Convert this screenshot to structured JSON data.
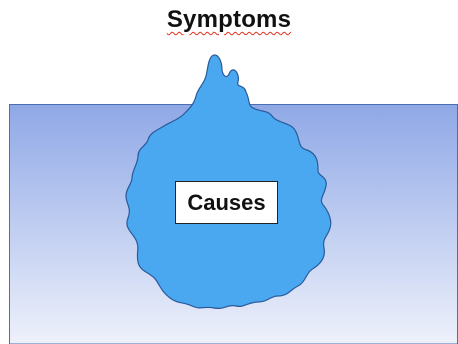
{
  "diagram": {
    "above_label": "Symptoms",
    "below_label": "Causes"
  },
  "colors": {
    "water_top": "#8fa8e6",
    "water_bottom": "#eef1fb",
    "water_border": "#4a6fb3",
    "iceberg_fill": "#4aa8f0",
    "iceberg_outline": "#2a5a9a",
    "label_underline": "#e0311f"
  },
  "icons": [
    "iceberg-shape",
    "water-region"
  ]
}
